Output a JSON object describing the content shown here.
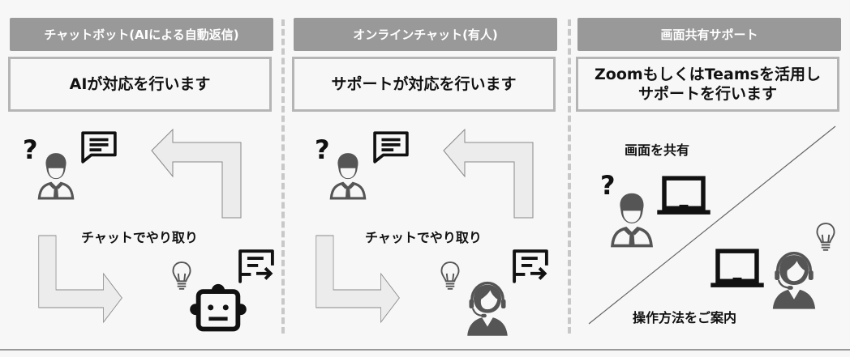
{
  "columns": [
    {
      "header": "チャットボット(AIによる自動返信)",
      "description": "AIが対応を行います",
      "flow_label": "チャットでやり取り",
      "icons": [
        "question-mark-icon",
        "user-icon",
        "chat-bubble-icon",
        "arrow-left-icon",
        "arrow-right-icon",
        "lightbulb-icon",
        "chat-send-icon",
        "robot-icon"
      ]
    },
    {
      "header": "オンラインチャット(有人)",
      "description": "サポートが対応を行います",
      "flow_label": "チャットでやり取り",
      "icons": [
        "question-mark-icon",
        "user-icon",
        "chat-bubble-icon",
        "arrow-left-icon",
        "arrow-right-icon",
        "lightbulb-icon",
        "chat-send-icon",
        "operator-icon"
      ]
    },
    {
      "header": "画面共有サポート",
      "description_line1": "ZoomもしくはTeamsを活用し",
      "description_line2": "サポートを行います",
      "top_label": "画面を共有",
      "bottom_label": "操作方法をご案内",
      "icons": [
        "question-mark-icon",
        "user-icon",
        "laptop-icon",
        "laptop-icon",
        "operator-icon",
        "lightbulb-icon"
      ]
    }
  ],
  "colors": {
    "header_bg": "#999999",
    "box_border": "#b5b5b5",
    "background": "#f7f7f7",
    "icon": "#555555"
  }
}
